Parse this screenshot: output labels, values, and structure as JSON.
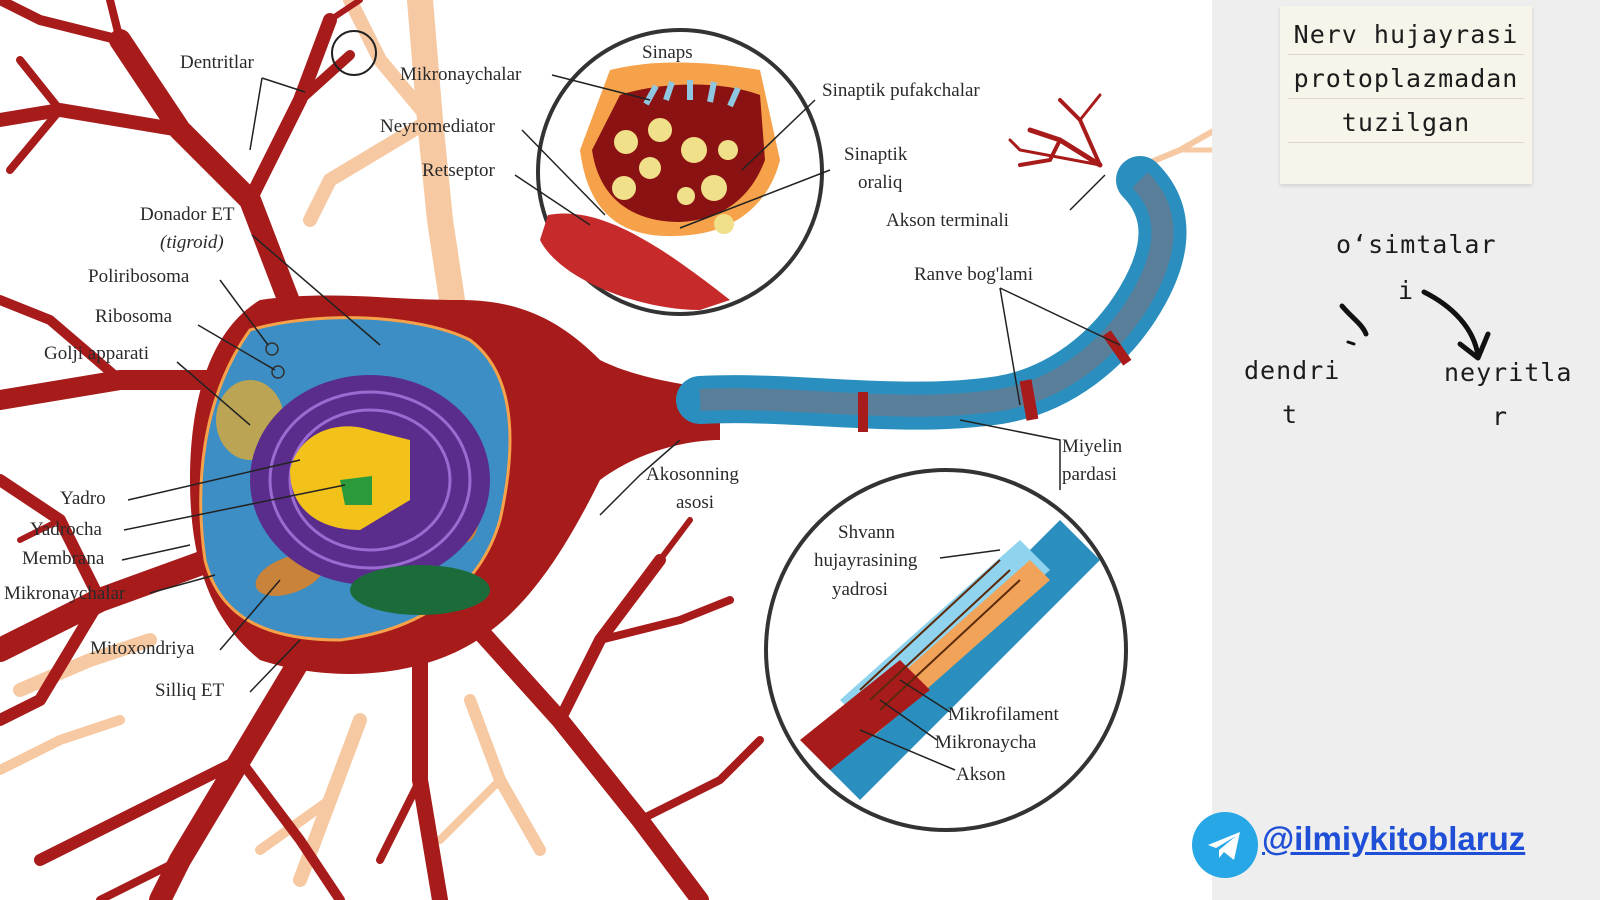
{
  "labels": {
    "dentritlar": "Dentritlar",
    "mikronaychalar_top": "Mikronaychalar",
    "sinaps": "Sinaps",
    "sinaptik_pufakchalar": "Sinaptik pufakchalar",
    "neyromediator": "Neyromediator",
    "retseptor": "Retseptor",
    "sinaptik": "Sinaptik",
    "oraliq": "oraliq",
    "akson_terminali": "Akson terminali",
    "donador_et": "Donador ET",
    "tigroid": "(tigroid)",
    "poliribosoma": "Poliribosoma",
    "ribosoma": "Ribosoma",
    "golji": "Golji apparati",
    "ranve": "Ranve bog'lami",
    "yadro": "Yadro",
    "yadrocha": "Yadrocha",
    "membrana": "Membrana",
    "mikronaychalar_left": "Mikronaychalar",
    "akosonning": "Akosonning",
    "asosi": "asosi",
    "miyelin": "Miyelin",
    "pardasi": "pardasi",
    "shvann1": "Shvann",
    "shvann2": "hujayrasining",
    "shvann3": "yadrosi",
    "mitoxondriya": "Mitoxondriya",
    "silliq_et": "Silliq ET",
    "mikrofilament": "Mikrofilament",
    "mikronaycha": "Mikronaycha",
    "akson": "Akson"
  },
  "sidebar": {
    "note_lines": [
      "Nerv hujayrasi",
      "protoplazmadan",
      "tuzilgan"
    ],
    "osimtalar": "o‘simtalar",
    "i": "i",
    "dendrit_a": "dendri",
    "dendrit_b": "t",
    "neyritlar_a": "neyritla",
    "neyritlar_b": "r"
  },
  "telegram": {
    "handle": "@ilmiykitoblaruz",
    "icon": "telegram-icon"
  },
  "colors": {
    "cytoplasm": "#a81b1b",
    "myelin": "#3f9ec9",
    "nucleus": "#5a2d8c",
    "accent_orange": "#f5a24a",
    "telegram_blue": "#27a7e5",
    "link_blue": "#1f4fd6"
  }
}
